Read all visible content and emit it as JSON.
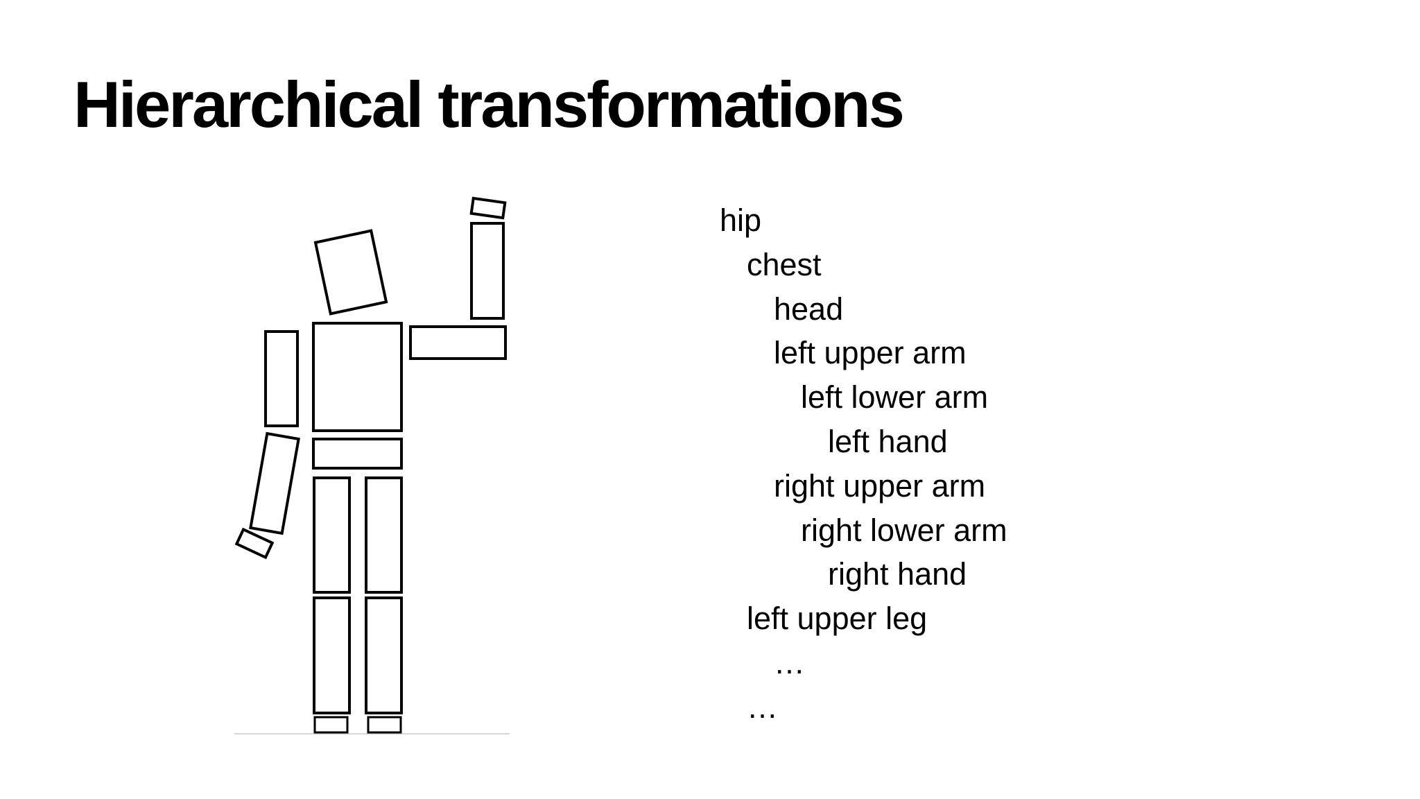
{
  "slide": {
    "title": "Hierarchical transformations"
  },
  "figure": {
    "parts": [
      {
        "key": "head",
        "name": "head"
      },
      {
        "key": "chest",
        "name": "chest"
      },
      {
        "key": "hip",
        "name": "hip"
      },
      {
        "key": "right-upper-arm",
        "name": "right upper arm"
      },
      {
        "key": "right-lower-arm",
        "name": "right lower arm"
      },
      {
        "key": "right-hand",
        "name": "right hand"
      },
      {
        "key": "left-upper-arm",
        "name": "left upper arm"
      },
      {
        "key": "left-lower-arm",
        "name": "left lower arm"
      },
      {
        "key": "left-hand",
        "name": "left hand"
      },
      {
        "key": "left-upper-leg",
        "name": "left upper leg"
      },
      {
        "key": "left-lower-leg",
        "name": "left lower leg"
      },
      {
        "key": "left-foot",
        "name": "left foot"
      },
      {
        "key": "right-upper-leg",
        "name": "right upper leg"
      },
      {
        "key": "right-lower-leg",
        "name": "right lower leg"
      },
      {
        "key": "right-foot",
        "name": "right foot"
      }
    ]
  },
  "hierarchy": [
    {
      "label": "hip",
      "depth": 0
    },
    {
      "label": "chest",
      "depth": 1
    },
    {
      "label": "head",
      "depth": 2
    },
    {
      "label": "left upper arm",
      "depth": 2
    },
    {
      "label": "left lower arm",
      "depth": 3
    },
    {
      "label": "left hand",
      "depth": 4
    },
    {
      "label": "right upper arm",
      "depth": 2
    },
    {
      "label": "right lower arm",
      "depth": 3
    },
    {
      "label": "right hand",
      "depth": 4
    },
    {
      "label": "left upper leg",
      "depth": 1
    },
    {
      "label": "…",
      "depth": 2
    },
    {
      "label": "…",
      "depth": 1
    }
  ]
}
